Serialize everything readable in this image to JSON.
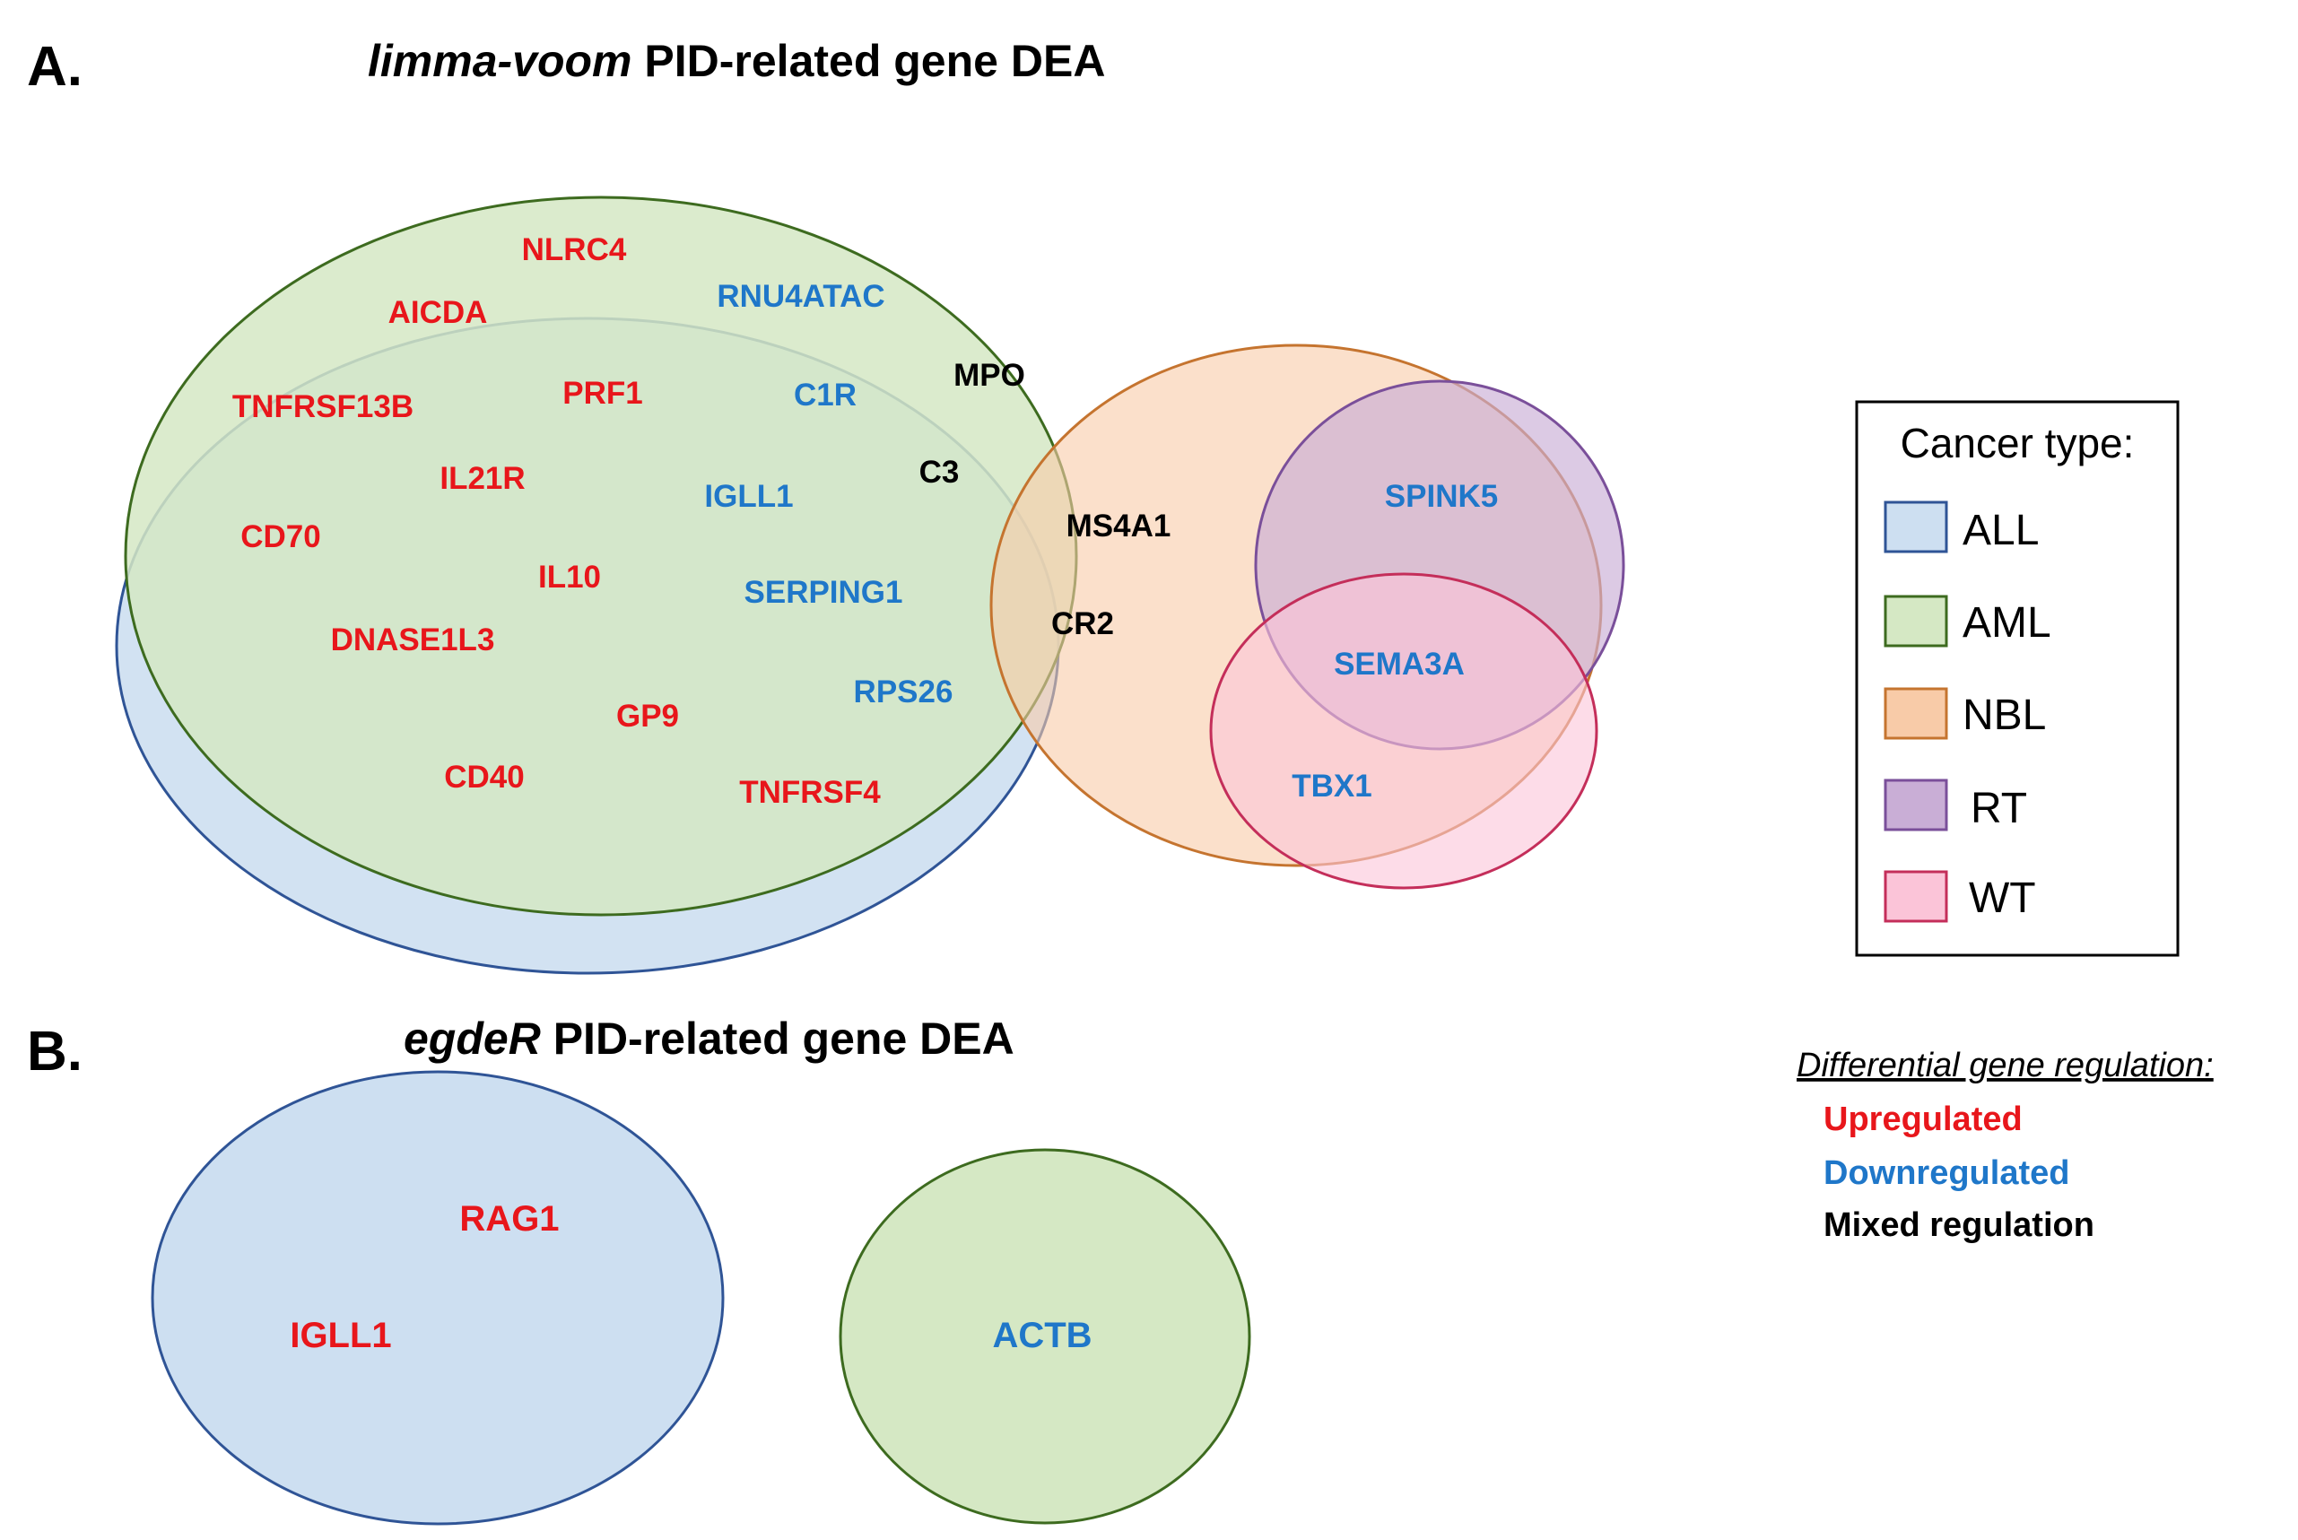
{
  "panel_a": {
    "letter": "A.",
    "title_italic": "limma-voom",
    "title_rest": " PID-related gene DEA",
    "genes": [
      {
        "name": "NLRC4",
        "reg": "up"
      },
      {
        "name": "AICDA",
        "reg": "up"
      },
      {
        "name": "RNU4ATAC",
        "reg": "down"
      },
      {
        "name": "TNFRSF13B",
        "reg": "up"
      },
      {
        "name": "PRF1",
        "reg": "up"
      },
      {
        "name": "C1R",
        "reg": "down"
      },
      {
        "name": "MPO",
        "reg": "mixed"
      },
      {
        "name": "IL21R",
        "reg": "up"
      },
      {
        "name": "IGLL1",
        "reg": "down"
      },
      {
        "name": "C3",
        "reg": "mixed"
      },
      {
        "name": "CD70",
        "reg": "up"
      },
      {
        "name": "IL10",
        "reg": "up"
      },
      {
        "name": "SERPING1",
        "reg": "down"
      },
      {
        "name": "DNASE1L3",
        "reg": "up"
      },
      {
        "name": "GP9",
        "reg": "up"
      },
      {
        "name": "RPS26",
        "reg": "down"
      },
      {
        "name": "CD40",
        "reg": "up"
      },
      {
        "name": "TNFRSF4",
        "reg": "up"
      },
      {
        "name": "MS4A1",
        "reg": "mixed"
      },
      {
        "name": "CR2",
        "reg": "mixed"
      },
      {
        "name": "SPINK5",
        "reg": "down"
      },
      {
        "name": "SEMA3A",
        "reg": "down"
      },
      {
        "name": "TBX1",
        "reg": "down"
      }
    ]
  },
  "panel_b": {
    "letter": "B.",
    "title_italic": "egdeR",
    "title_rest": " PID-related gene DEA",
    "genes": [
      {
        "name": "RAG1",
        "reg": "up"
      },
      {
        "name": "IGLL1",
        "reg": "up"
      },
      {
        "name": "ACTB",
        "reg": "down"
      }
    ]
  },
  "legend": {
    "title": "Cancer type:",
    "items": [
      {
        "label": "ALL",
        "fill": "#cddff1",
        "stroke": "#2f5496"
      },
      {
        "label": "AML",
        "fill": "#d5e8c4",
        "stroke": "#3d6b1f"
      },
      {
        "label": "NBL",
        "fill": "#f8cba8",
        "stroke": "#c5742f"
      },
      {
        "label": "RT",
        "fill": "#c9aed6",
        "stroke": "#7a4f9a"
      },
      {
        "label": "WT",
        "fill": "#fbc4d8",
        "stroke": "#c42e5a"
      }
    ]
  },
  "regulation_legend": {
    "heading": "Differential gene regulation:",
    "items": [
      {
        "label": "Upregulated",
        "color": "#e8161b"
      },
      {
        "label": "Downregulated",
        "color": "#1f77c9"
      },
      {
        "label": "Mixed regulation",
        "color": "#000000"
      }
    ]
  },
  "colors": {
    "up": "#e8161b",
    "down": "#1f77c9",
    "mixed": "#000000"
  }
}
